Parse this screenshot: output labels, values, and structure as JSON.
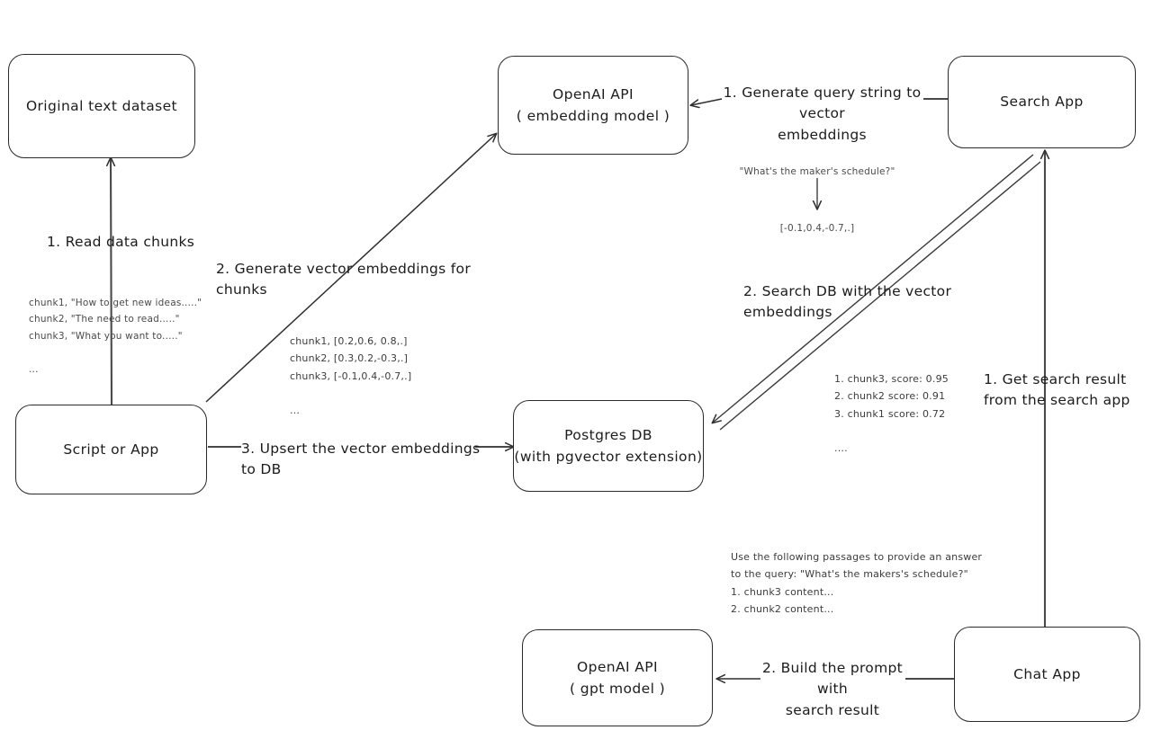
{
  "diagram": {
    "title": "RAG vector search architecture",
    "stroke_color": "#2a2a2a",
    "text_color": "#1d1d1d",
    "note_color": "#4a4a4a",
    "background": "#ffffff"
  },
  "nodes": {
    "original_dataset": {
      "line1": "Original text dataset",
      "line2": ""
    },
    "script_or_app": {
      "line1": "Script or App",
      "line2": ""
    },
    "openai_embedding": {
      "line1": "OpenAI API",
      "line2": "( embedding model )"
    },
    "postgres_db": {
      "line1": "Postgres DB",
      "line2": "(with pgvector extension)"
    },
    "search_app": {
      "line1": "Search App",
      "line2": ""
    },
    "chat_app": {
      "line1": "Chat App",
      "line2": ""
    },
    "openai_gpt": {
      "line1": "OpenAI API",
      "line2": "( gpt model )"
    }
  },
  "edge_labels": {
    "read_data_chunks": "1. Read data chunks",
    "generate_vector_embeddings": "2. Generate vector embeddings for chunks",
    "upsert_to_db": "3. Upsert the vector embeddings  to DB",
    "generate_query_string": "1. Generate query string to vector\nembeddings",
    "search_db": "2. Search DB with the vector embeddings",
    "get_search_result": "1. Get search result\nfrom the search app",
    "build_prompt": "2. Build the prompt with\nsearch result"
  },
  "notes": {
    "source_chunks": "chunk1, \"How to get new ideas.....\"\nchunk2, \"The need to read.....\"\nchunk3, \"What you want to.....\"\n\n...",
    "chunk_embeddings": "chunk1, [0.2,0.6, 0.8,.]\nchunk2, [0.3,0.2,-0.3,.]\nchunk3, [-0.1,0.4,-0.7,.]\n\n...",
    "query_text": "\"What's the maker's schedule?\"",
    "query_vector": "[-0.1,0.4,-0.7,.]",
    "search_scores": "1. chunk3, score: 0.95\n2. chunk2 score: 0.91\n3. chunk1 score: 0.72\n\n....",
    "prompt_template": "Use the following passages to provide an answer\nto the query: \"What's the makers's schedule?\"\n1. chunk3 content...\n2. chunk2 content..."
  }
}
